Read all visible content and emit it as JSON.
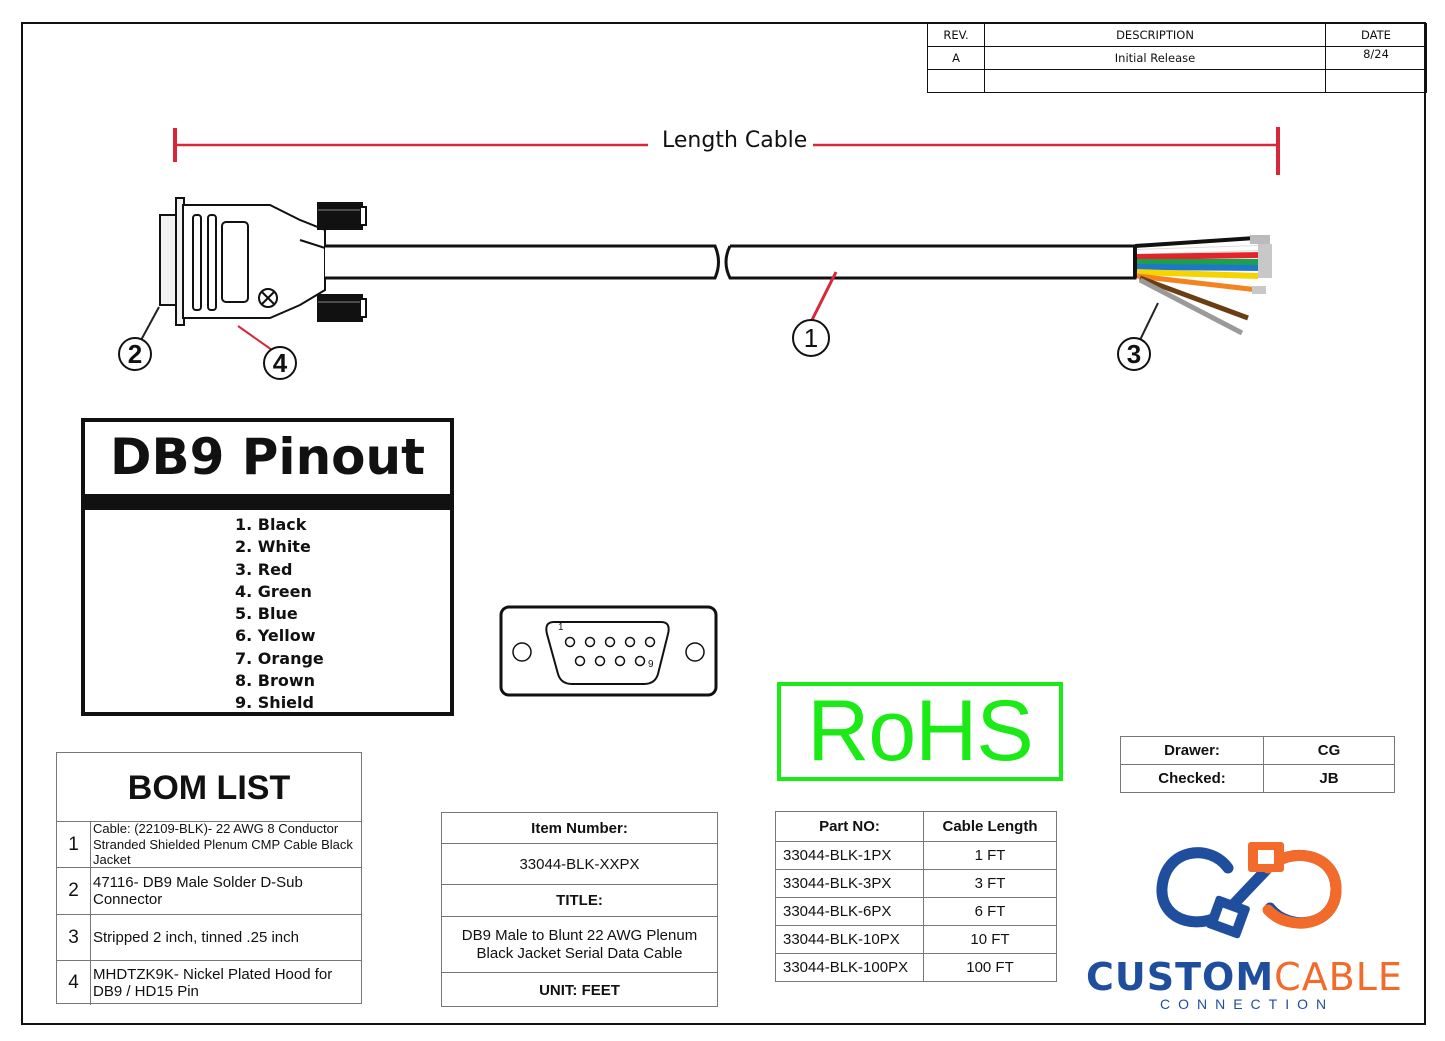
{
  "revision_table": {
    "headers": [
      "REV.",
      "DESCRIPTION",
      "DATE"
    ],
    "rows": [
      [
        "A",
        "Initial Release",
        "8/24"
      ],
      [
        "",
        "",
        ""
      ]
    ]
  },
  "length_label": "Length Cable",
  "callouts": [
    "1",
    "2",
    "3",
    "4"
  ],
  "pinout": {
    "title": "DB9 Pinout",
    "pins": [
      "1. Black",
      "2. White",
      "3. Red",
      "4. Green",
      "5. Blue",
      "6. Yellow",
      "7. Orange",
      "8. Brown",
      "9. Shield"
    ]
  },
  "connector_face": {
    "pin_first": "1",
    "pin_last": "9"
  },
  "bom": {
    "title": "BOM LIST",
    "items": [
      {
        "num": "1",
        "text": "Cable: (22109-BLK)- 22 AWG 8 Conductor Stranded Shielded Plenum CMP Cable Black Jacket"
      },
      {
        "num": "2",
        "text": "47116- DB9 Male Solder D-Sub Connector"
      },
      {
        "num": "3",
        "text": "Stripped 2 inch, tinned .25 inch"
      },
      {
        "num": "4",
        "text": "MHDTZK9K- Nickel Plated Hood for DB9 / HD15 Pin"
      }
    ]
  },
  "item": {
    "item_number_label": "Item Number:",
    "item_number": "33044-BLK-XXPX",
    "title_label": "TITLE:",
    "title": "DB9 Male to Blunt 22 AWG Plenum Black Jacket Serial Data Cable",
    "unit": "UNIT: FEET"
  },
  "part_table": {
    "headers": [
      "Part NO:",
      "Cable Length"
    ],
    "rows": [
      [
        "33044-BLK-1PX",
        "1 FT"
      ],
      [
        "33044-BLK-3PX",
        "3 FT"
      ],
      [
        "33044-BLK-6PX",
        "6 FT"
      ],
      [
        "33044-BLK-10PX",
        "10 FT"
      ],
      [
        "33044-BLK-100PX",
        "100 FT"
      ]
    ]
  },
  "rohs": "RoHS",
  "drawer": {
    "drawer_label": "Drawer:",
    "drawer": "CG",
    "checked_label": "Checked:",
    "checked": "JB"
  },
  "logo": {
    "word1": "CUSTOM",
    "word2": "CABLE",
    "sub": "CONNECTION"
  },
  "colors": {
    "dimension_red": "#d8263a",
    "rohs_green": "#1bea17",
    "logo_blue": "#1f4f9c",
    "logo_orange": "#f26b2b",
    "wire_colors": [
      "#ffffff",
      "#e3242b",
      "#1aa150",
      "#1f77c9",
      "#f7d300",
      "#f58220",
      "#6b3e12",
      "#9a9a9a"
    ]
  }
}
